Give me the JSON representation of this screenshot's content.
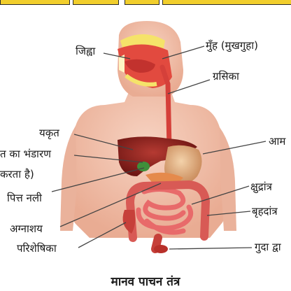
{
  "title": "मानव पाचन तंत्र",
  "labels": {
    "tongue": "जिह्वा",
    "mouth": "मुँह (मुखगुहा)",
    "esophagus": "ग्रसिका",
    "liver": "यकृत",
    "gall_bladder_line1": "त का भंडारण",
    "gall_bladder_line2": "करता है)",
    "bile_duct": "पित्त नली",
    "stomach": "आम",
    "small_intestine": "क्षुद्रांत्र",
    "large_intestine": "बृहदांत्र",
    "pancreas": "अग्नाशय",
    "appendix": "परिशेषिका",
    "anus": "गुदा द्वा"
  },
  "colors": {
    "skin": "#f3c2ac",
    "skin_shadow": "#e7a48c",
    "liver": "#8e2420",
    "stomach": "#e8b98a",
    "intestine": "#e86a6a",
    "esophagus": "#d5403a",
    "mouth": "#e24a3f",
    "teeth": "#f5e36a",
    "leader": "#444444"
  }
}
